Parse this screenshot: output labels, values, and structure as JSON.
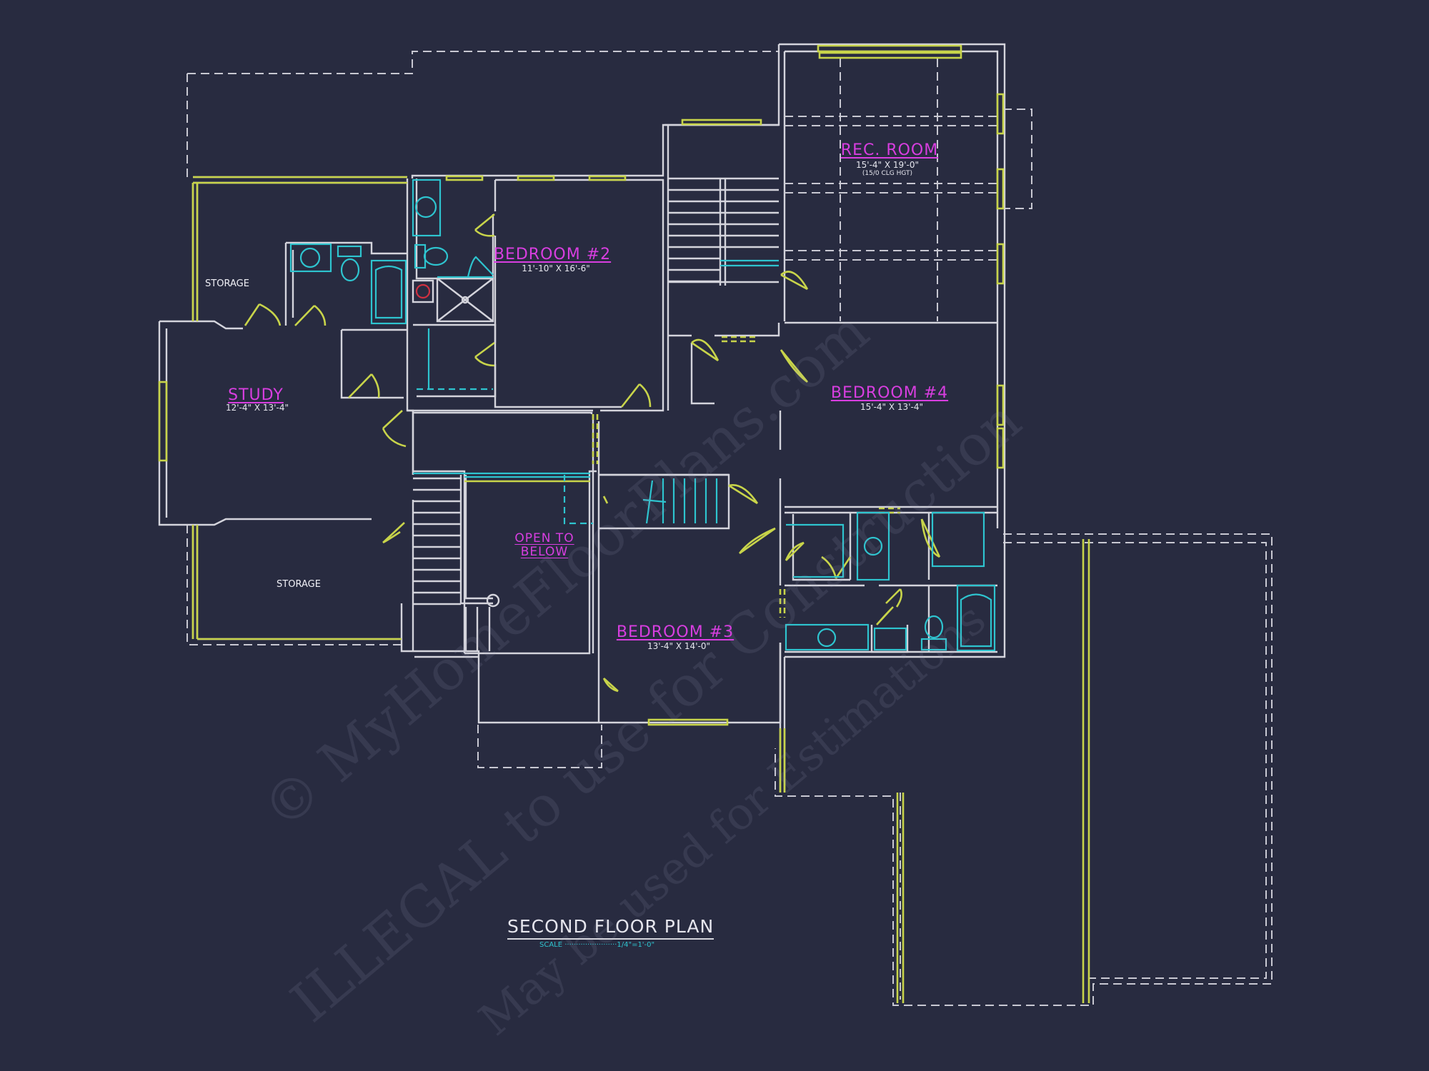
{
  "drawing": {
    "title": "SECOND FLOOR PLAN",
    "scale_label": "SCALE",
    "scale_dots": "·······················",
    "scale_value": "1/4\"=1'-0\"",
    "background_color": "#282b40",
    "wall_color": "#d4d4dc",
    "window_door_color": "#c8d44a",
    "fixture_color": "#2ec4cf",
    "room_label_color": "#d83ee0"
  },
  "rooms": {
    "rec_room": {
      "name": "REC. ROOM",
      "dims": "15'-4\" X 19'-0\"",
      "note": "(15/0 CLG HGT)"
    },
    "bedroom2": {
      "name": "BEDROOM #2",
      "dims": "11'-10\" X 16'-6\""
    },
    "bedroom3": {
      "name": "BEDROOM #3",
      "dims": "13'-4\" X 14'-0\""
    },
    "bedroom4": {
      "name": "BEDROOM #4",
      "dims": "15'-4\" X 13'-4\""
    },
    "study": {
      "name": "STUDY",
      "dims": "12'-4\" X 13'-4\""
    },
    "open_below": {
      "line1": "OPEN TO",
      "line2": "BELOW"
    },
    "storage_upper": {
      "name": "STORAGE"
    },
    "storage_lower": {
      "name": "STORAGE"
    }
  },
  "watermark": {
    "line1": "© MyHomeFloorPlans.com",
    "line2": "ILLEGAL to use for Construction",
    "line3": "May be used for Estimations"
  }
}
